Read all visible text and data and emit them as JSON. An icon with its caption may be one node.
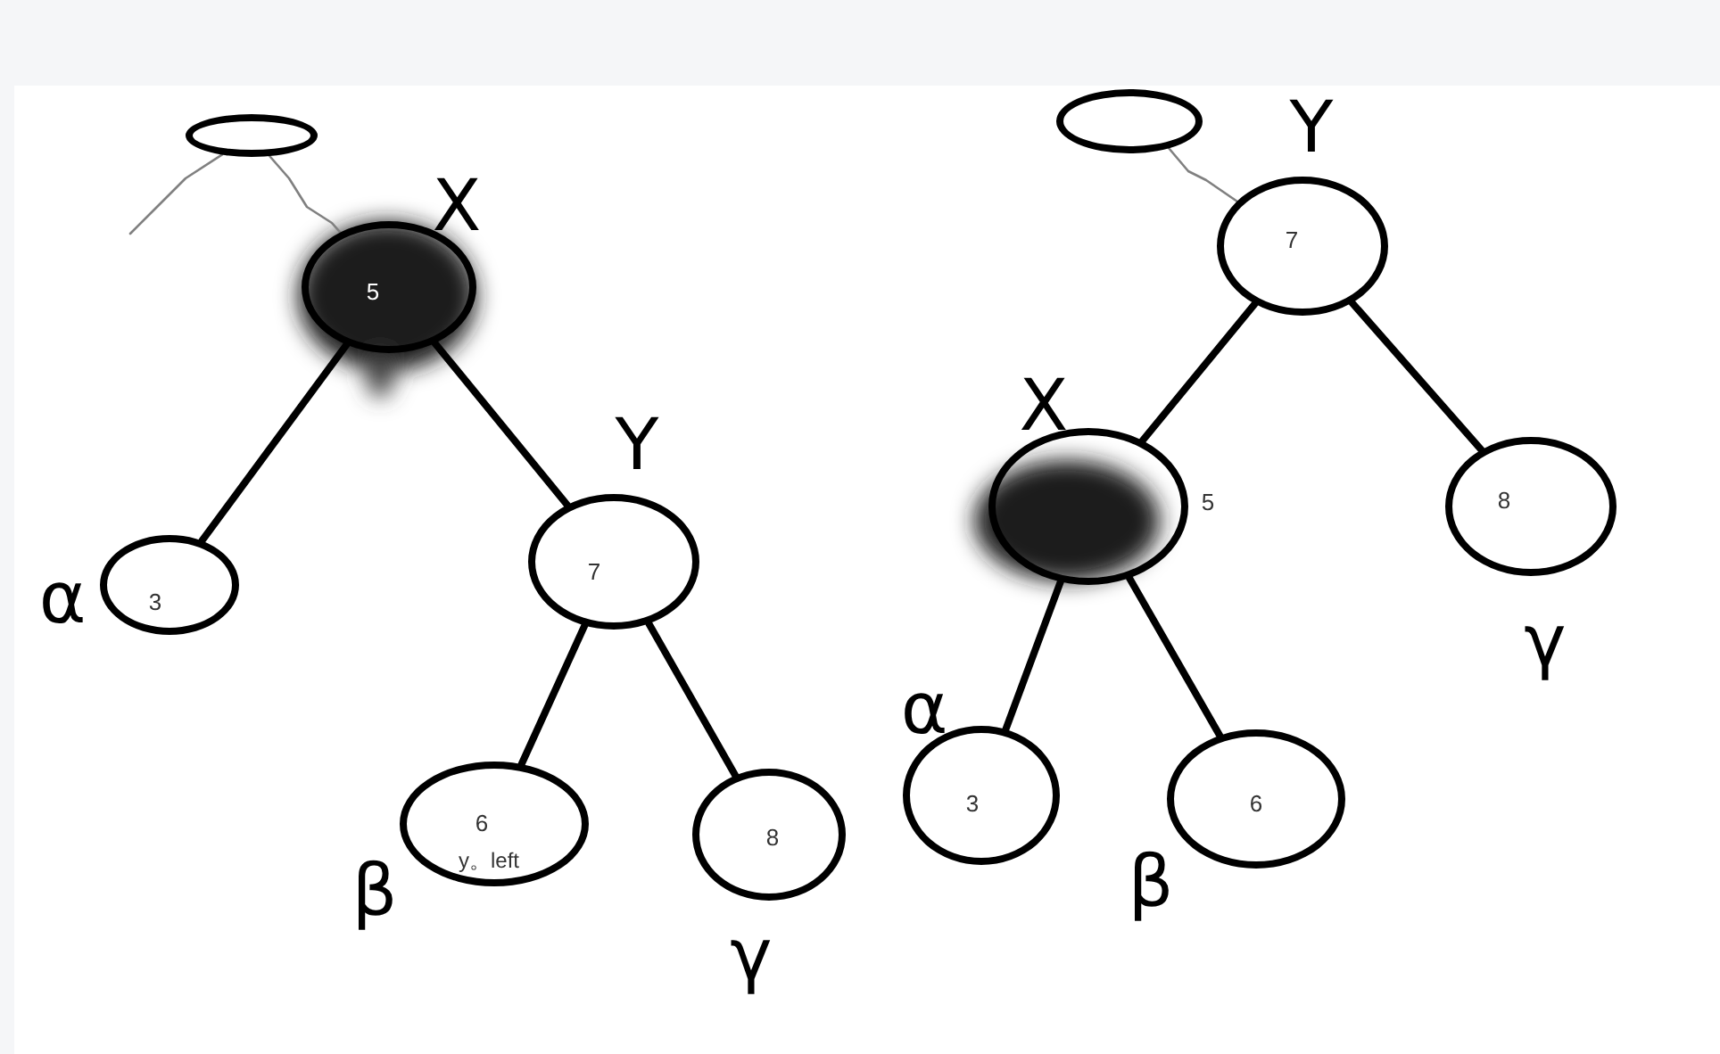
{
  "diagram": {
    "nodes": [
      {
        "text": [],
        "shape": "ellipse"
      },
      {
        "text": [
          "5"
        ],
        "beside": [
          "X"
        ]
      },
      {
        "text": [
          "3"
        ],
        "beside": [
          "α"
        ]
      },
      {
        "text": [
          "7"
        ],
        "beside": [
          "Y"
        ]
      },
      {
        "text": [
          "6",
          "y。left"
        ],
        "beside": [
          "β"
        ]
      },
      {
        "text": [
          "8"
        ],
        "beside": [
          "γ"
        ]
      },
      {
        "text": [],
        "shape": "ellipse"
      },
      {
        "text": [
          "7"
        ],
        "beside": [
          "Y"
        ]
      },
      {
        "text": [
          "5"
        ],
        "beside": [
          "X"
        ]
      },
      {
        "text": [
          "8"
        ],
        "beside": [
          "γ"
        ]
      },
      {
        "text": [
          "3"
        ],
        "beside": [
          "α"
        ]
      },
      {
        "text": [
          "6"
        ],
        "beside": [
          "β"
        ]
      }
    ],
    "edges": [
      {
        "from": 1,
        "to": 2,
        "arrow": "none"
      },
      {
        "from": 1,
        "to": 3,
        "arrow": "none"
      },
      {
        "from": 3,
        "to": 4,
        "arrow": "none"
      },
      {
        "from": 3,
        "to": 5,
        "arrow": "none"
      },
      {
        "from": 0,
        "to": 1,
        "arrow": "none",
        "color": "#808080"
      },
      {
        "from": 0,
        "to": null,
        "arrow": "none",
        "color": "#808080"
      },
      {
        "from": 7,
        "to": 8,
        "arrow": "none"
      },
      {
        "from": 7,
        "to": 9,
        "arrow": "none"
      },
      {
        "from": 8,
        "to": 10,
        "arrow": "none"
      },
      {
        "from": 8,
        "to": 11,
        "arrow": "none"
      },
      {
        "from": 6,
        "to": 7,
        "arrow": "none",
        "color": "#808080"
      }
    ]
  }
}
